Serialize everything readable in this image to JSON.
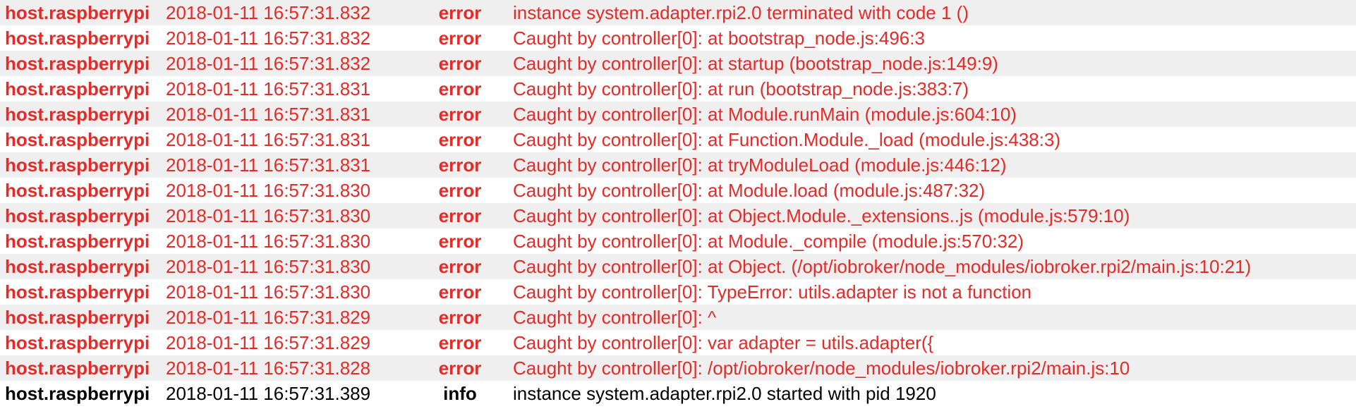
{
  "log": {
    "rows": [
      {
        "source": "host.raspberrypi",
        "time": "2018-01-11 16:57:31.832",
        "level": "error",
        "message": "instance system.adapter.rpi2.0 terminated with code 1 ()"
      },
      {
        "source": "host.raspberrypi",
        "time": "2018-01-11 16:57:31.832",
        "level": "error",
        "message": "Caught by controller[0]: at bootstrap_node.js:496:3"
      },
      {
        "source": "host.raspberrypi",
        "time": "2018-01-11 16:57:31.832",
        "level": "error",
        "message": "Caught by controller[0]: at startup (bootstrap_node.js:149:9)"
      },
      {
        "source": "host.raspberrypi",
        "time": "2018-01-11 16:57:31.831",
        "level": "error",
        "message": "Caught by controller[0]: at run (bootstrap_node.js:383:7)"
      },
      {
        "source": "host.raspberrypi",
        "time": "2018-01-11 16:57:31.831",
        "level": "error",
        "message": "Caught by controller[0]: at Module.runMain (module.js:604:10)"
      },
      {
        "source": "host.raspberrypi",
        "time": "2018-01-11 16:57:31.831",
        "level": "error",
        "message": "Caught by controller[0]: at Function.Module._load (module.js:438:3)"
      },
      {
        "source": "host.raspberrypi",
        "time": "2018-01-11 16:57:31.831",
        "level": "error",
        "message": "Caught by controller[0]: at tryModuleLoad (module.js:446:12)"
      },
      {
        "source": "host.raspberrypi",
        "time": "2018-01-11 16:57:31.830",
        "level": "error",
        "message": "Caught by controller[0]: at Module.load (module.js:487:32)"
      },
      {
        "source": "host.raspberrypi",
        "time": "2018-01-11 16:57:31.830",
        "level": "error",
        "message": "Caught by controller[0]: at Object.Module._extensions..js (module.js:579:10)"
      },
      {
        "source": "host.raspberrypi",
        "time": "2018-01-11 16:57:31.830",
        "level": "error",
        "message": "Caught by controller[0]: at Module._compile (module.js:570:32)"
      },
      {
        "source": "host.raspberrypi",
        "time": "2018-01-11 16:57:31.830",
        "level": "error",
        "message": "Caught by controller[0]: at Object. (/opt/iobroker/node_modules/iobroker.rpi2/main.js:10:21)"
      },
      {
        "source": "host.raspberrypi",
        "time": "2018-01-11 16:57:31.830",
        "level": "error",
        "message": "Caught by controller[0]: TypeError: utils.adapter is not a function"
      },
      {
        "source": "host.raspberrypi",
        "time": "2018-01-11 16:57:31.829",
        "level": "error",
        "message": "Caught by controller[0]: ^"
      },
      {
        "source": "host.raspberrypi",
        "time": "2018-01-11 16:57:31.829",
        "level": "error",
        "message": "Caught by controller[0]: var adapter = utils.adapter({"
      },
      {
        "source": "host.raspberrypi",
        "time": "2018-01-11 16:57:31.828",
        "level": "error",
        "message": "Caught by controller[0]: /opt/iobroker/node_modules/iobroker.rpi2/main.js:10"
      },
      {
        "source": "host.raspberrypi",
        "time": "2018-01-11 16:57:31.389",
        "level": "info",
        "message": "instance system.adapter.rpi2.0 started with pid 1920"
      }
    ]
  },
  "colors": {
    "error": "#e42b28",
    "info": "#000000",
    "row_alt": "#efefef"
  }
}
